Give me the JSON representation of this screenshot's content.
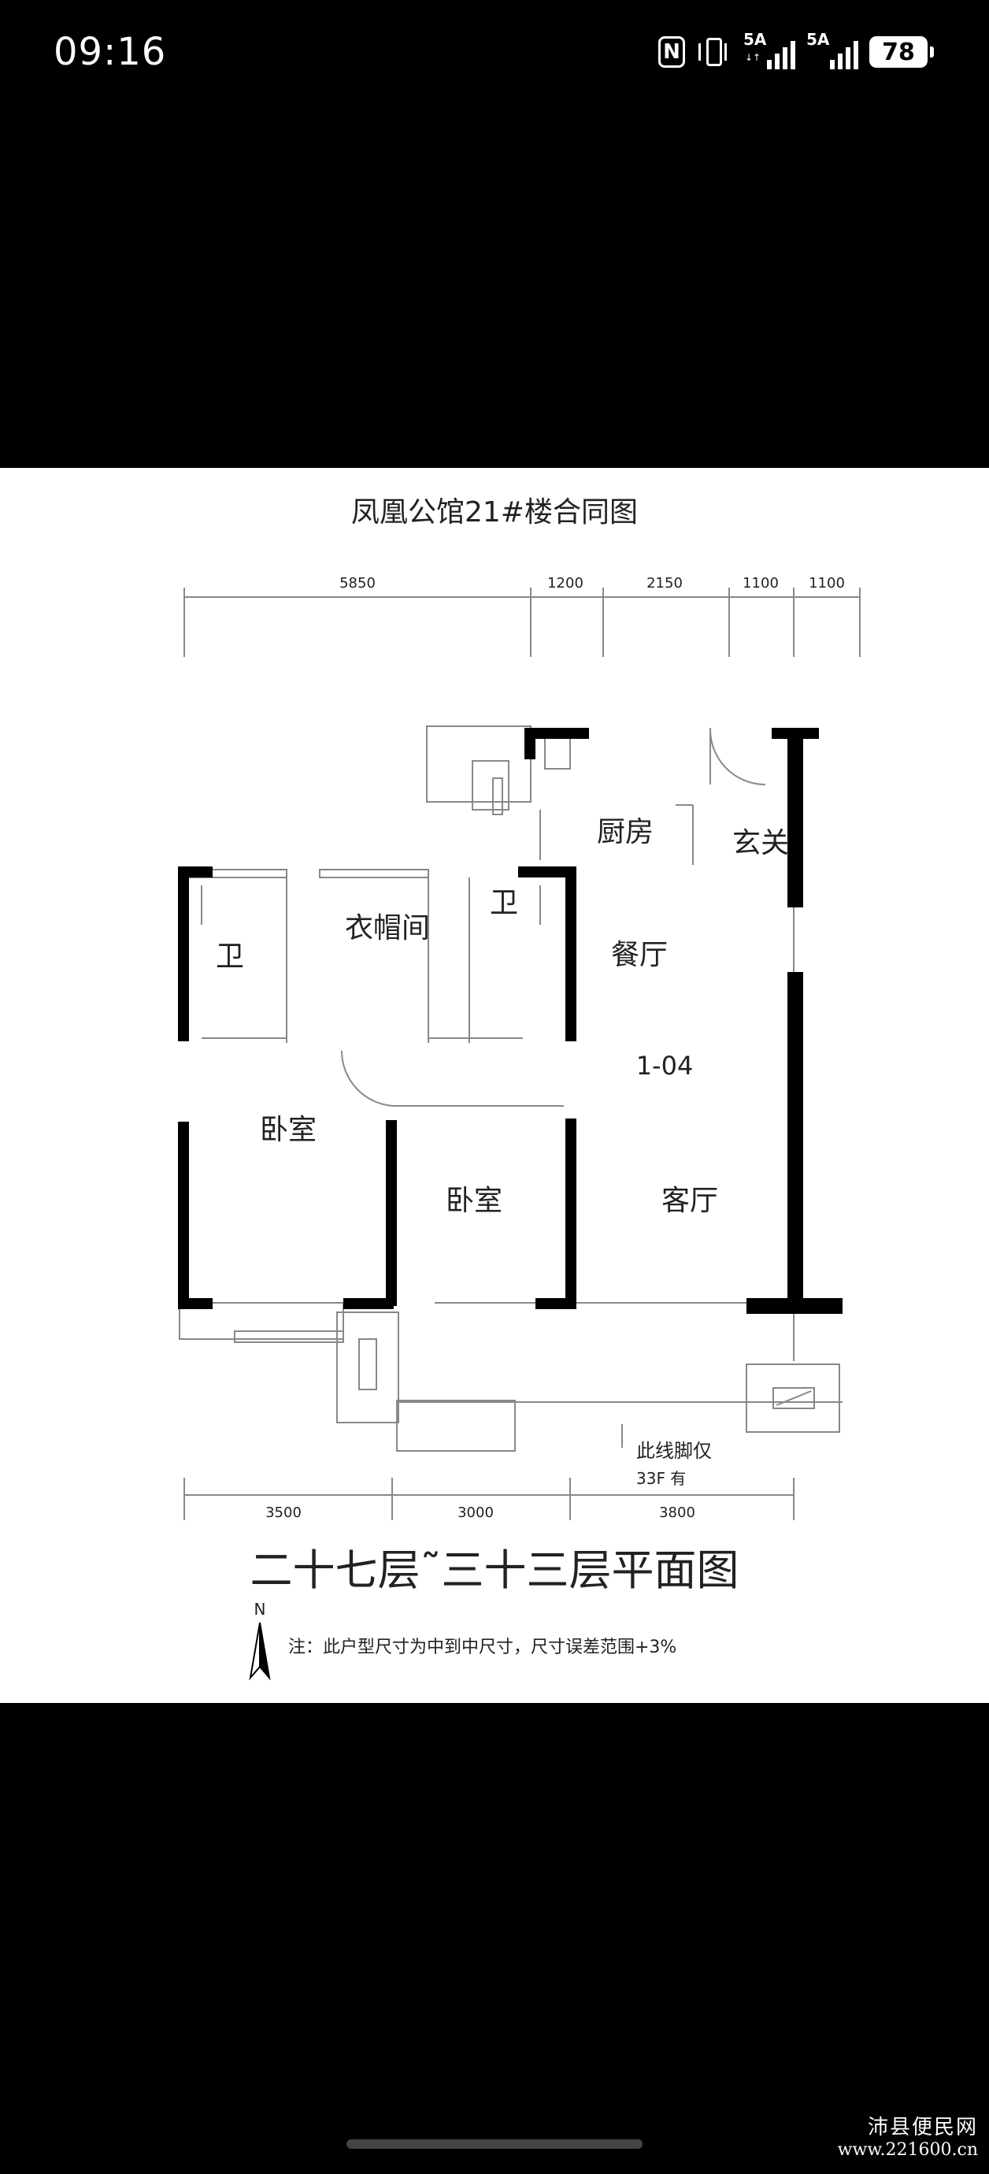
{
  "status_bar": {
    "time": "09:16",
    "nfc_label": "N",
    "signal_1": "5A",
    "signal_2": "5A",
    "battery": "78"
  },
  "floorplan": {
    "title": "凤凰公馆21#楼合同图",
    "top_dims": [
      "5850",
      "1200",
      "2150",
      "1100",
      "1100"
    ],
    "bottom_dims": [
      "3500",
      "3000",
      "3800"
    ],
    "rooms": {
      "bath_left": "卫",
      "cloakroom": "衣帽间",
      "bath_right": "卫",
      "kitchen": "厨房",
      "entrance": "玄关",
      "dining": "餐厅",
      "unit": "1-04",
      "master_bedroom": "卧室",
      "bedroom": "卧室",
      "living": "客厅"
    },
    "note_line_1": "此线脚仅",
    "note_line_2": "33F 有",
    "floor_title": "二十七层˜三十三层平面图",
    "north": "N",
    "disclaimer": "注：此户型尺寸为中到中尺寸，尺寸误差范围+3%"
  },
  "watermark": {
    "line1": "沛县便民网",
    "line2": "www.221600.cn"
  },
  "colors": {
    "wall": "#000000",
    "line": "#888888",
    "background": "#ffffff"
  }
}
